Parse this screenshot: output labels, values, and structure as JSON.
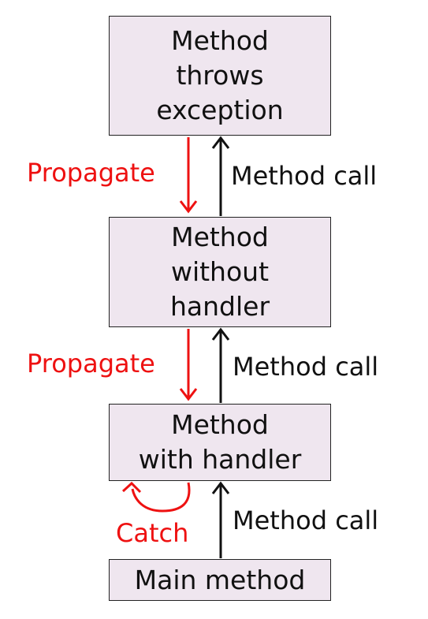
{
  "colors": {
    "box_fill": "#efe6ef",
    "propagate": "#ee1111",
    "call": "#111111"
  },
  "boxes": {
    "throws": {
      "lines": [
        "Method",
        "throws",
        "exception"
      ]
    },
    "without": {
      "lines": [
        "Method",
        "without",
        "handler"
      ]
    },
    "handler": {
      "lines": [
        "Method",
        "with handler"
      ]
    },
    "main": {
      "lines": [
        "Main method"
      ]
    }
  },
  "labels": {
    "propagate_1": "Propagate",
    "propagate_2": "Propagate",
    "call_1": "Method call",
    "call_2": "Method call",
    "call_3": "Method call",
    "catch": "Catch"
  }
}
